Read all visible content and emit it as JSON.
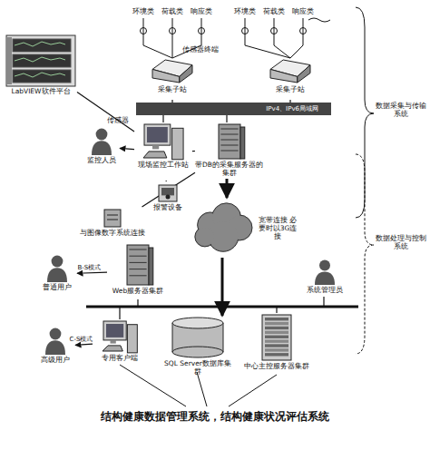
{
  "diagram": {
    "caption": "结构健康数据管理系统，结构健康状况评估系统",
    "nodes": [
      {
        "text": [
          "LabVIEW软件平台"
        ]
      },
      {
        "text": [
          "采集子站"
        ]
      },
      {
        "text": [
          "采集子站"
        ]
      },
      {
        "text": [
          "IPv4、IPv6局域网"
        ]
      },
      {
        "text": [
          "监控人员"
        ]
      },
      {
        "text": [
          "现场监控工作站"
        ]
      },
      {
        "text": [
          "带DB的采集服务器的集群"
        ]
      },
      {
        "text": [
          "报警设备"
        ]
      },
      {
        "text": [
          "与图像数字系统连接"
        ]
      },
      {
        "text": [
          "宽带连接 必要时以3G连接"
        ]
      },
      {
        "text": [
          "普通用户"
        ]
      },
      {
        "text": [
          "Web服务器集群"
        ]
      },
      {
        "text": [
          "系统管理员"
        ]
      },
      {
        "text": [
          "高级用户"
        ]
      },
      {
        "text": [
          "专用客户端"
        ]
      },
      {
        "text": [
          "SQL Server数据库集群"
        ]
      },
      {
        "text": [
          "中心主控服务器集群"
        ]
      }
    ],
    "edges": [
      {
        "from": 1,
        "to": 3,
        "arrow": "none"
      },
      {
        "from": 2,
        "to": 3,
        "arrow": "none"
      },
      {
        "from": 3,
        "to": 5,
        "arrow": "none"
      },
      {
        "from": 3,
        "to": 6,
        "arrow": "none"
      },
      {
        "from": 5,
        "to": 4,
        "arrow": "to"
      },
      {
        "from": 0,
        "to": 5,
        "arrow": "none"
      },
      {
        "from": 5,
        "to": 6,
        "arrow": "none"
      },
      {
        "from": 7,
        "to": 5,
        "arrow": "none"
      },
      {
        "from": 8,
        "to": 6,
        "arrow": "none"
      },
      {
        "from": 6,
        "to": 9,
        "arrow": "to"
      },
      {
        "from": 9,
        "to": 15,
        "arrow": "to"
      },
      {
        "from": 11,
        "to": 10,
        "label": "B-S模式",
        "arrow": "to"
      },
      {
        "from": 14,
        "to": 13,
        "label": "C-S模式",
        "arrow": "to"
      }
    ],
    "labels": [
      "环境类",
      "荷载类",
      "响应类",
      "环境类",
      "荷载类",
      "响应类",
      "传感器终端",
      "传感器",
      "数据采集与传输系统",
      "数据处理与控制系统"
    ]
  }
}
